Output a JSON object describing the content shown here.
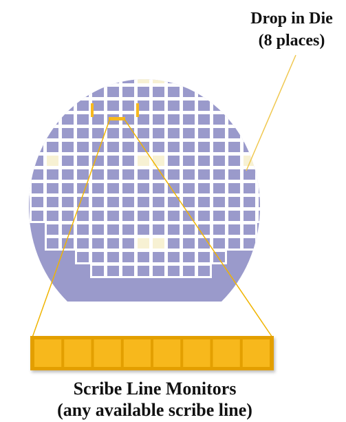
{
  "labels": {
    "drop_in_die_line1": "Drop in Die",
    "drop_in_die_line2": "(8 places)",
    "scribe_line1": "Scribe Line Monitors",
    "scribe_line2": "(any available scribe line)"
  },
  "colors": {
    "wafer": "#9a9acb",
    "die_border": "#ffffff",
    "die_fill": "#9a9acb",
    "drop_in_die": "#f7f1d3",
    "scribe_monitor": "#f7b81e",
    "scribe_monitor_border": "#e39f00",
    "callout_line": "#f0b400",
    "text": "#111111"
  },
  "wafer": {
    "drop_in_die_count": 8,
    "scribe_monitor_cells": 8
  }
}
